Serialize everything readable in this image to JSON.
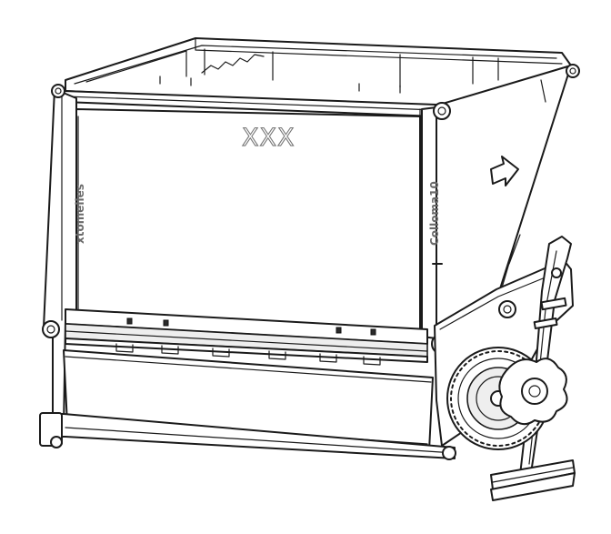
{
  "drawing": {
    "subject": "seed hopper assembly with roller and adjustment knob",
    "front_mark": "XXX",
    "left_side_engraving": "xtomelles",
    "right_side_engraving": "Colloma10",
    "colors": {
      "line": "#1a1a1a",
      "background": "#ffffff",
      "engraving": "#6a6a6a"
    },
    "icons": [
      "arrow-right-icon"
    ]
  }
}
